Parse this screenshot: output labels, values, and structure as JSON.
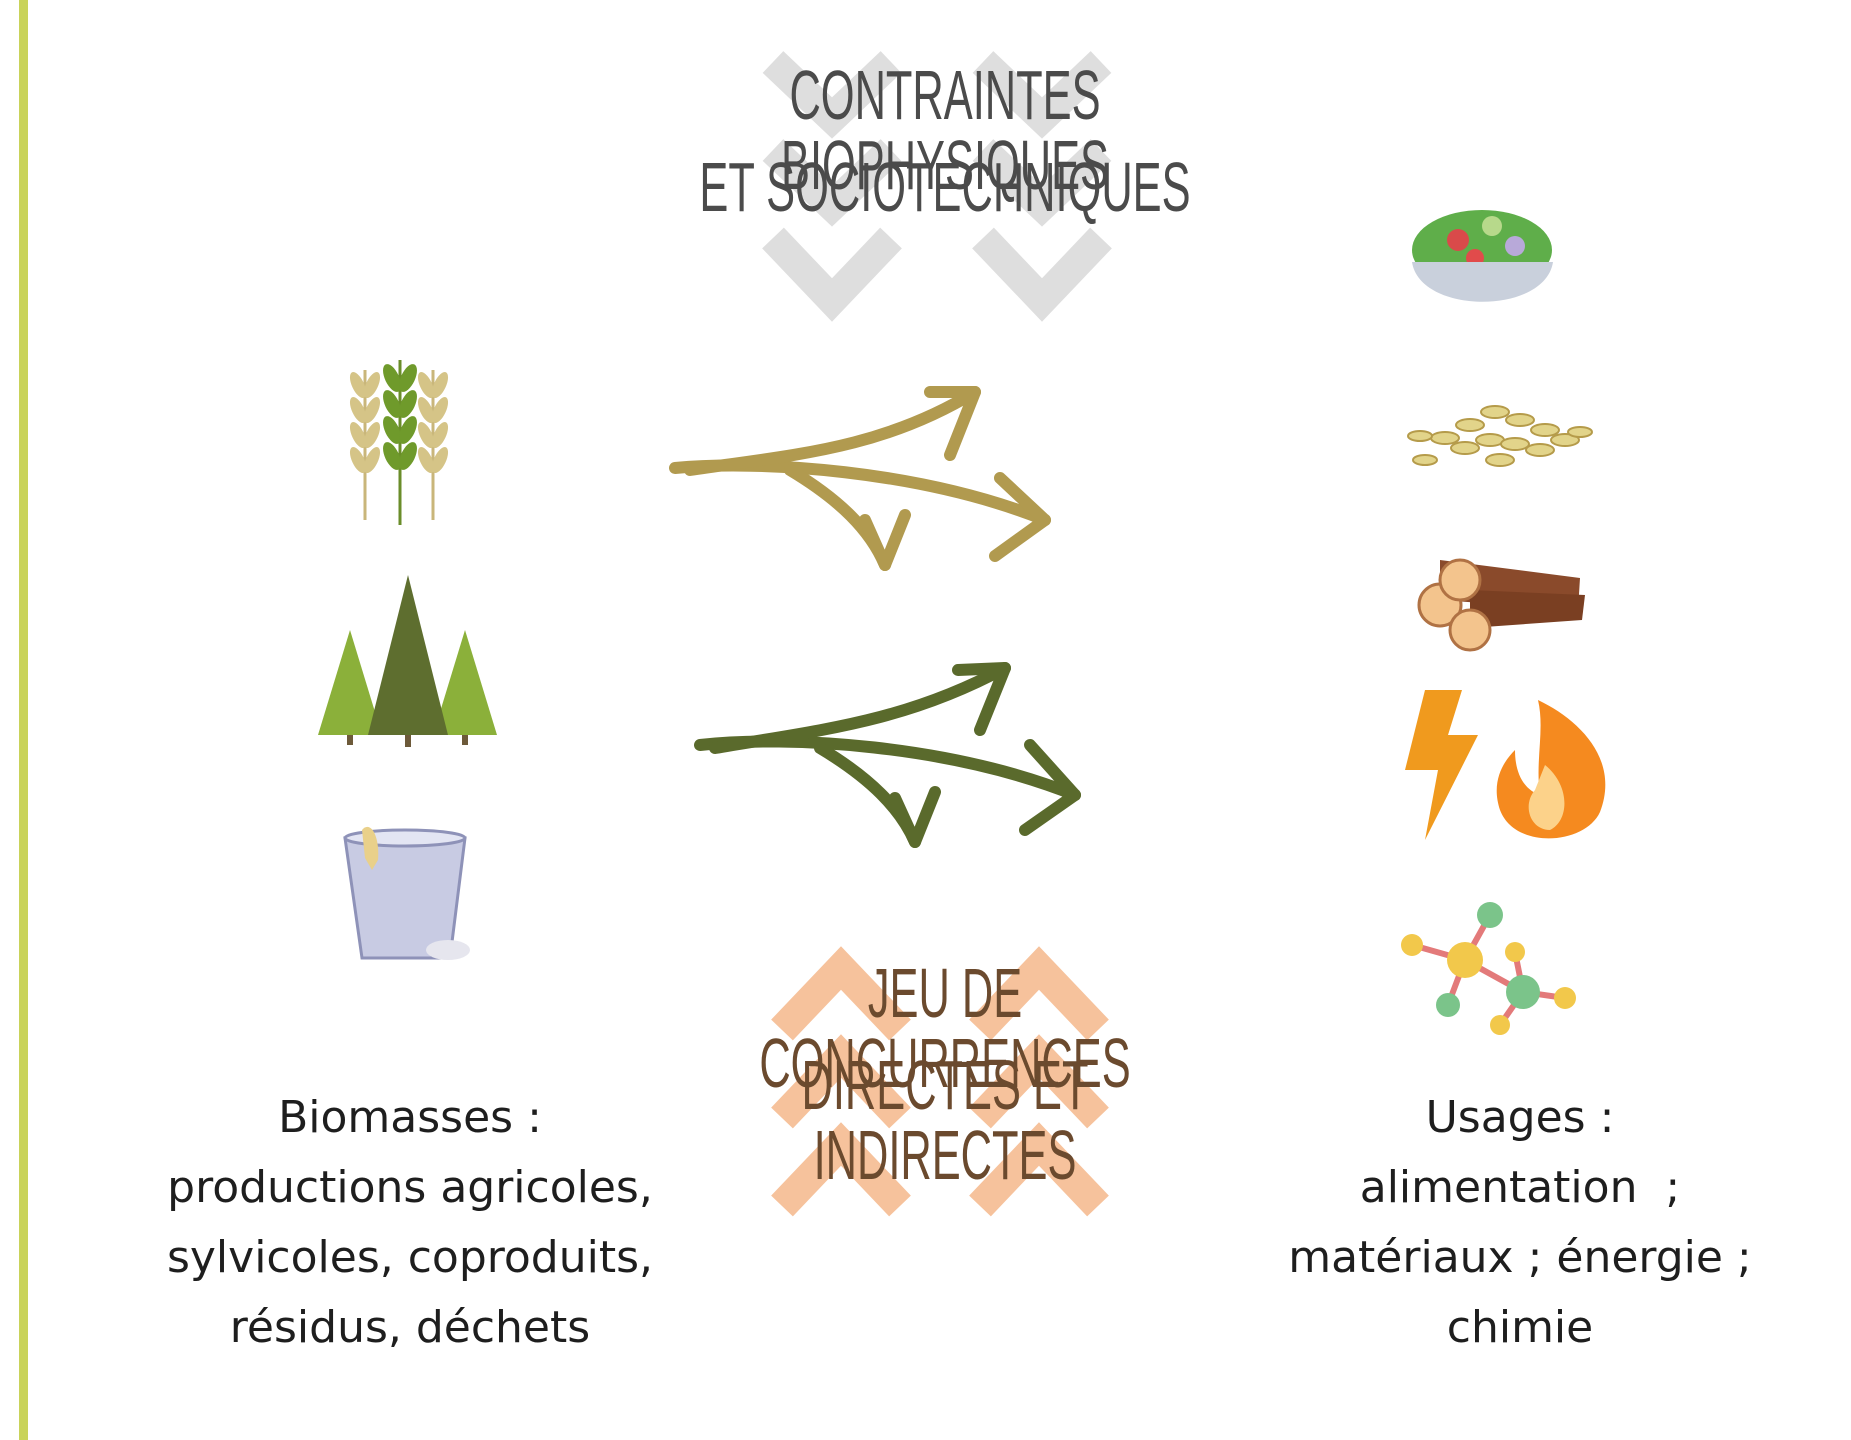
{
  "constraints_title": {
    "line1": "CONTRAINTES BIOPHYSIQUES",
    "line2": "ET SOCIOTECHNIQUES"
  },
  "competition_title": {
    "line1": "JEU DE CONCURRENCES",
    "line2": "DIRECTES ET INDIRECTES"
  },
  "biomass": {
    "lines": [
      "Biomasses :",
      "productions agricoles,",
      "sylvicoles, coproduits,",
      "résidus, déchets"
    ],
    "icons": [
      "wheat-icon",
      "fir-trees-icon",
      "waste-bin-icon"
    ]
  },
  "usages": {
    "lines": [
      "Usages :",
      "alimentation  ;",
      "matériaux ; énergie ;",
      "chimie"
    ],
    "icons": [
      "salad-bowl-icon",
      "seeds-icon",
      "logs-icon",
      "energy-fire-icon",
      "molecule-icon"
    ]
  },
  "colors": {
    "accent_bar": "#c9d35a",
    "arrow_top": "#b19a4f",
    "arrow_bottom": "#5a6a2c",
    "chevron_down": "#dedede",
    "chevron_up": "#f6c29c",
    "top_title": "#4b4b4b",
    "bottom_title": "#6b4a2e"
  }
}
